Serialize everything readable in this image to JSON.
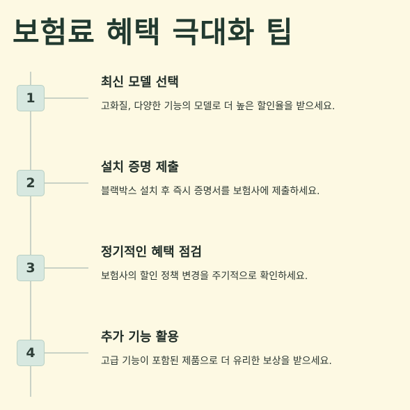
{
  "title": "보험료 혜택 극대화 팁",
  "steps": [
    {
      "number": "1",
      "title": "최신 모델 선택",
      "description": "고화질, 다양한 기능의 모델로 더 높은 할인율을 받으세요."
    },
    {
      "number": "2",
      "title": "설치 증명 제출",
      "description": "블랙박스 설치 후 즉시 증명서를 보험사에 제출하세요."
    },
    {
      "number": "3",
      "title": "정기적인 혜택 점검",
      "description": "보험사의 할인 정책 변경을 주기적으로 확인하세요."
    },
    {
      "number": "4",
      "title": "추가 기능 활용",
      "description": "고급 기능이 포함된 제품으로 더 유리한 보상을 받으세요."
    }
  ],
  "colors": {
    "background": "#FDF9E3",
    "title": "#223A30",
    "badge_fill": "#D7E8E0",
    "line": "#C9D2C6"
  }
}
